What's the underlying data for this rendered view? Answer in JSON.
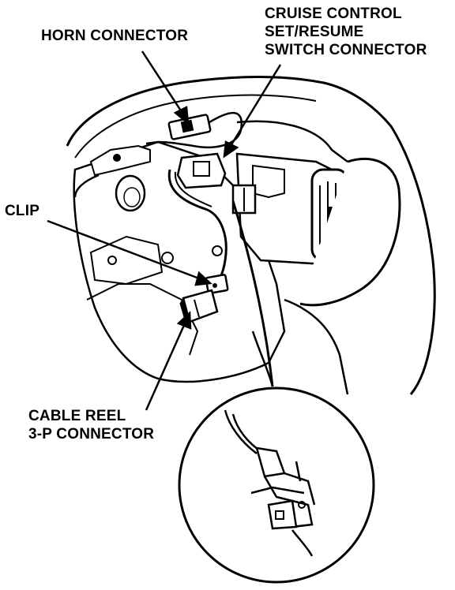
{
  "diagram": {
    "labels": {
      "horn_connector": "HORN CONNECTOR",
      "cruise_control_line1": "CRUISE CONTROL",
      "cruise_control_line2": "SET/RESUME",
      "cruise_control_line3": "SWITCH CONNECTOR",
      "clip": "CLIP",
      "cable_reel_line1": "CABLE REEL",
      "cable_reel_line2": "3-P CONNECTOR"
    },
    "colors": {
      "ink": "#000000",
      "paper": "#ffffff"
    }
  }
}
